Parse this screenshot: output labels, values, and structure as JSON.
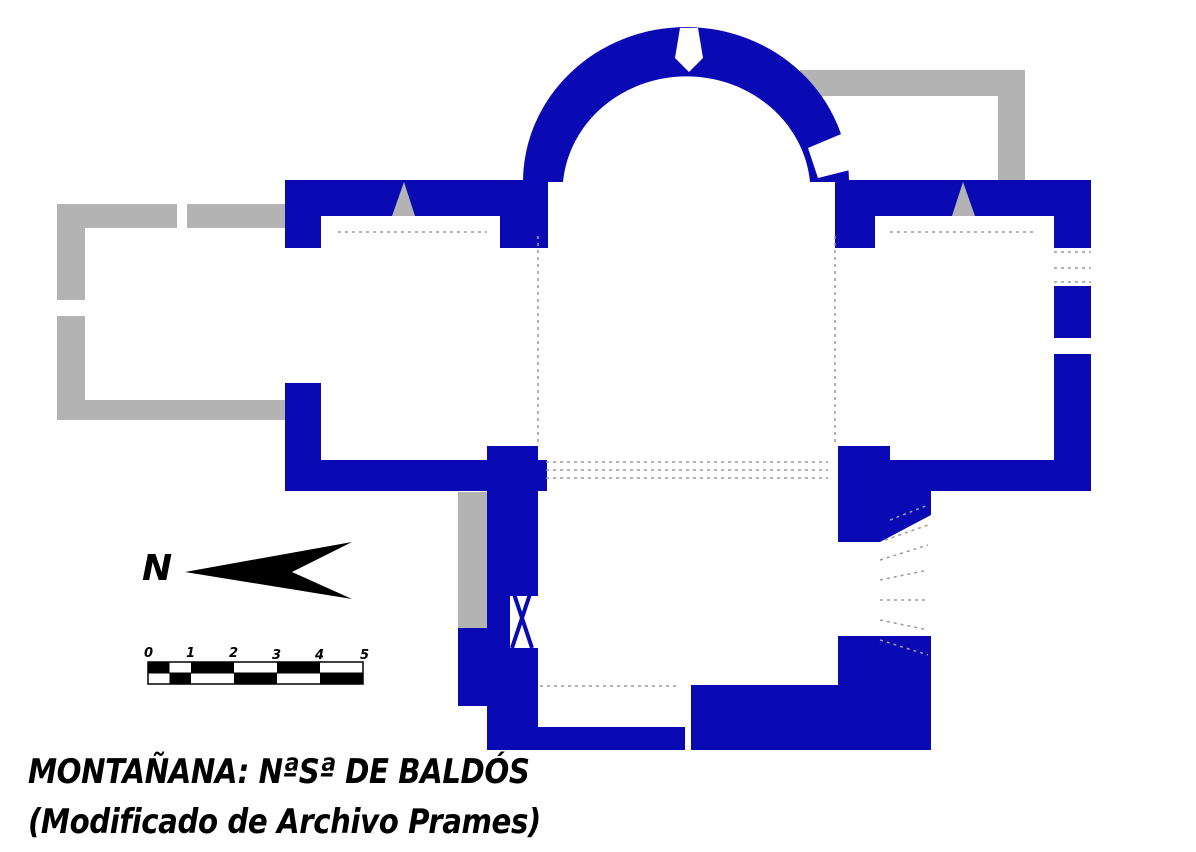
{
  "title": {
    "line1": "MONTAÑANA: NªSª DE BALDÓS",
    "line2": "(Modificado de Archivo Prames)"
  },
  "north": {
    "label": "N"
  },
  "scale_bar": {
    "labels": [
      "0",
      "1",
      "2",
      "3",
      "4",
      "5"
    ]
  },
  "colors": {
    "wall": "#0a0ab4",
    "ruin": "#b3b3b3",
    "vault_lines": "#9a9a9a",
    "text": "#000000"
  }
}
